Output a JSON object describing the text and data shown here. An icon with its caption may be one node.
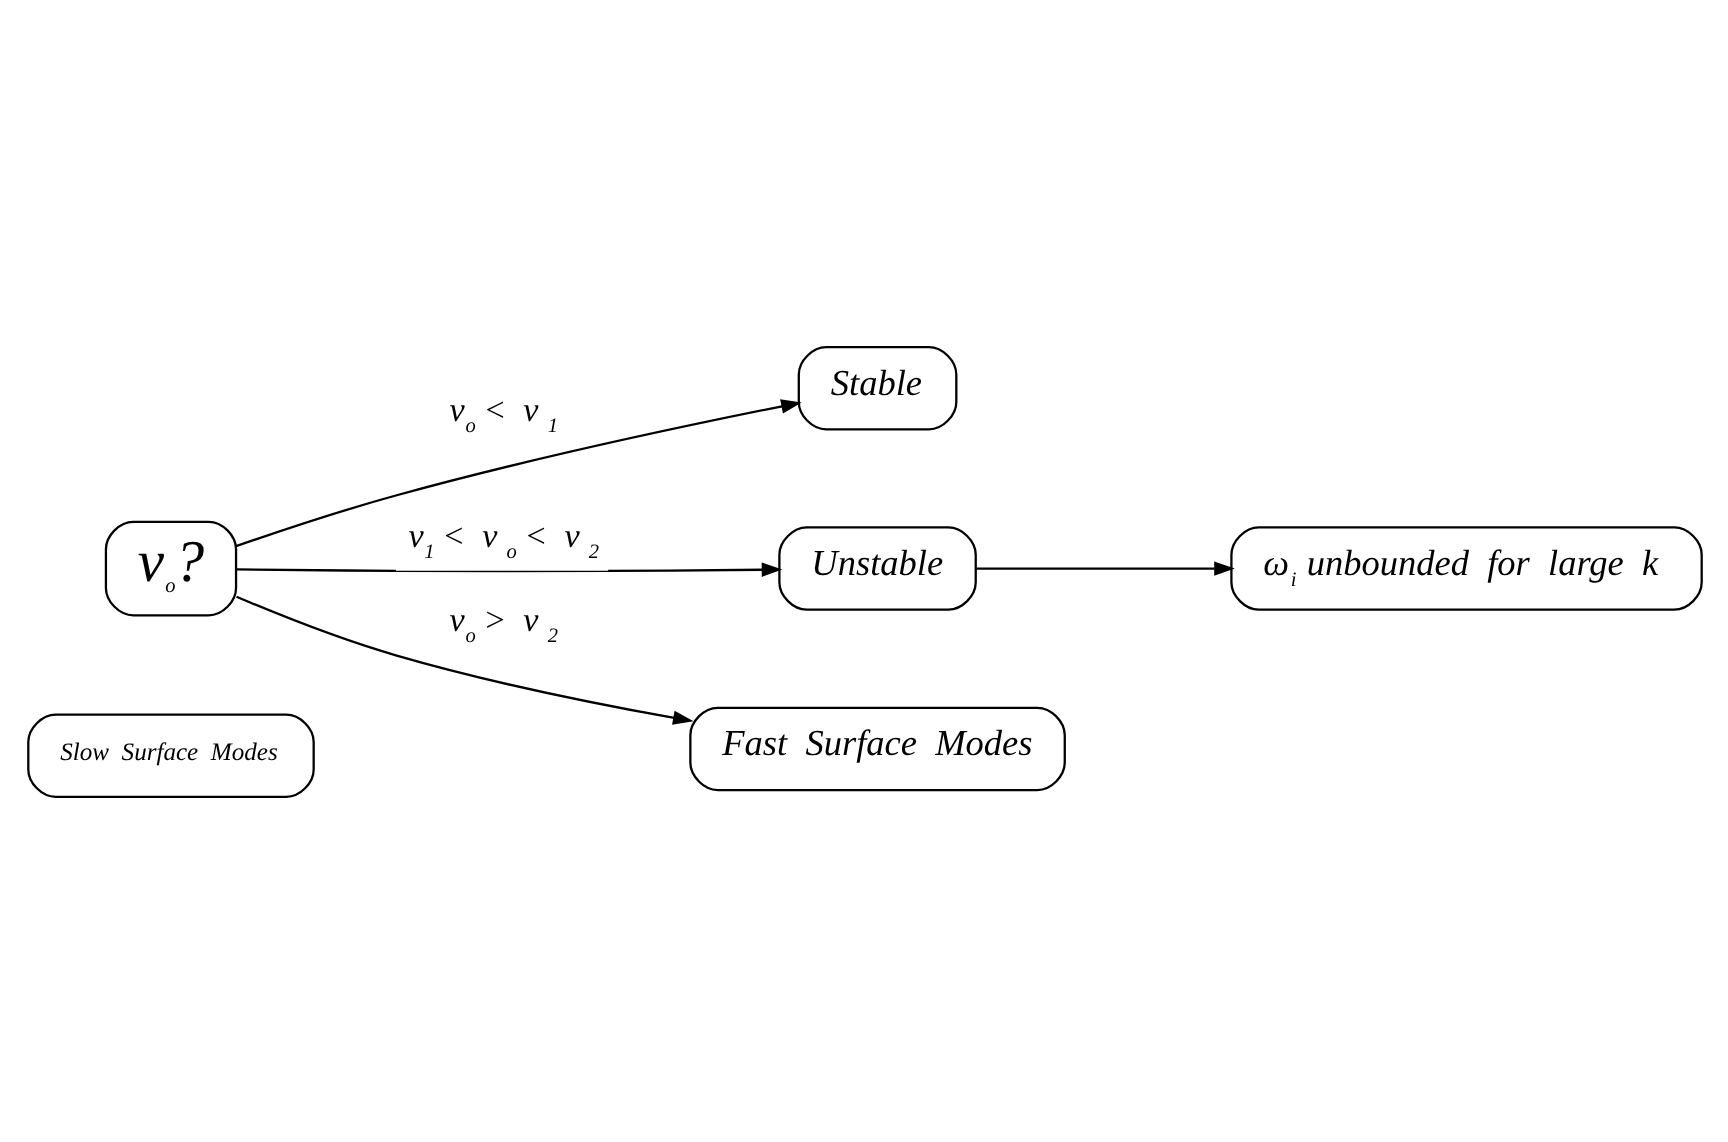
{
  "diagram": {
    "nodes": [
      {
        "text": [
          "Slow Surface Modes"
        ]
      },
      {
        "text": [
          "v$_{o}$?"
        ]
      },
      {
        "text": [
          "Stable"
        ]
      },
      {
        "text": [
          "Unstable"
        ]
      },
      {
        "text": [
          "ω$_{i}$ unbounded for large k"
        ]
      },
      {
        "text": [
          "Fast Surface Modes"
        ]
      }
    ],
    "edges": [
      {
        "from": 1,
        "to": 2,
        "arrow": "to",
        "label": "v$_{o}$ < v$_{1}$"
      },
      {
        "from": 1,
        "to": 3,
        "arrow": "to",
        "label": "v$_{1}$ < v$_{o}$ < v$_{2}$"
      },
      {
        "from": 3,
        "to": 4,
        "arrow": "to"
      },
      {
        "from": 1,
        "to": 5,
        "arrow": "to",
        "label": "v$_{o}$ > v$_{2}$"
      }
    ]
  }
}
